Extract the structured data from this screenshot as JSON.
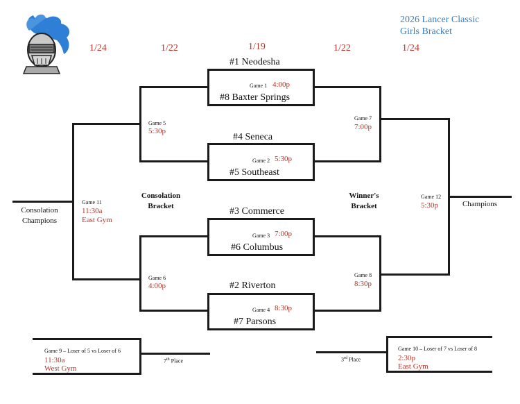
{
  "header": {
    "title_line1": "2026 Lancer Classic",
    "title_line2": "Girls Bracket",
    "logo_icon": "lancer-knight-icon",
    "dates": [
      "1/24",
      "1/22",
      "1/19",
      "1/22",
      "1/24"
    ]
  },
  "colors": {
    "accent_red": "#b5362b",
    "title_blue": "#3f7fb8",
    "line": "#1a1a1a"
  },
  "games": {
    "g1": {
      "label": "Game 1",
      "time": "4:00p",
      "top": "#1 Neodesha",
      "bottom": "#8 Baxter Springs"
    },
    "g2": {
      "label": "Game 2",
      "time": "5:30p",
      "top": "#4 Seneca",
      "bottom": "#5 Southeast"
    },
    "g3": {
      "label": "Game 3",
      "time": "7:00p",
      "top": "#3 Commerce",
      "bottom": "#6 Columbus"
    },
    "g4": {
      "label": "Game 4",
      "time": "8:30p",
      "top": "#2 Riverton",
      "bottom": "#7 Parsons"
    },
    "g5": {
      "label": "Game 5",
      "time": "5:30p"
    },
    "g6": {
      "label": "Game 6",
      "time": "4:00p"
    },
    "g7": {
      "label": "Game 7",
      "time": "7:00p"
    },
    "g8": {
      "label": "Game 8",
      "time": "8:30p"
    },
    "g9": {
      "label": "Game 9 – Loser of 5 vs Loser of 6",
      "time": "11:30a",
      "venue": "West Gym"
    },
    "g10": {
      "label": "Game 10 – Loser of 7 vs Loser of 8",
      "time": "2:30p",
      "venue": "East Gym"
    },
    "g11": {
      "label": "Game 11",
      "time": "11:30a",
      "venue": "East Gym"
    },
    "g12": {
      "label": "Game 12",
      "time": "5:30p"
    }
  },
  "labels": {
    "consolation_bracket": [
      "Consolation",
      "Bracket"
    ],
    "winners_bracket": [
      "Winner's",
      "Bracket"
    ],
    "consolation_champions": [
      "Consolation",
      "Champions"
    ],
    "champions": "Champions",
    "seventh_place": {
      "num": "7",
      "sup": "th",
      "word": "Place"
    },
    "third_place": {
      "num": "3",
      "sup": "rd",
      "word": "Place"
    }
  }
}
